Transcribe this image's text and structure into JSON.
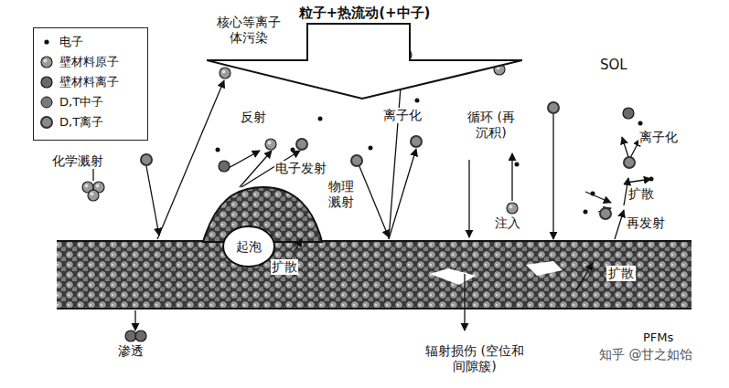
{
  "diagram": {
    "nodes": [
      {
        "text": [
          "粒子+热流动(+中子)"
        ]
      },
      {
        "text": [
          "起泡"
        ]
      }
    ],
    "edges": [],
    "labels": [
      "核心等离子体污染",
      "SOL",
      "反射",
      "电子发射",
      "化学溅射",
      "离子化",
      "循环 (再沉积)",
      "物理溅射",
      "注入",
      "离子化",
      "扩散",
      "再发射",
      "扩散",
      "扩散",
      "渗透",
      "辐射损伤 (空位和间隙簇)",
      "PFMs",
      "知乎 @甘之如饴"
    ],
    "legend": [
      {
        "text": "电子"
      },
      {
        "text": "壁材料原子"
      },
      {
        "text": "壁材料离子"
      },
      {
        "text": "D,T中子"
      },
      {
        "text": "D,T离子"
      }
    ]
  }
}
